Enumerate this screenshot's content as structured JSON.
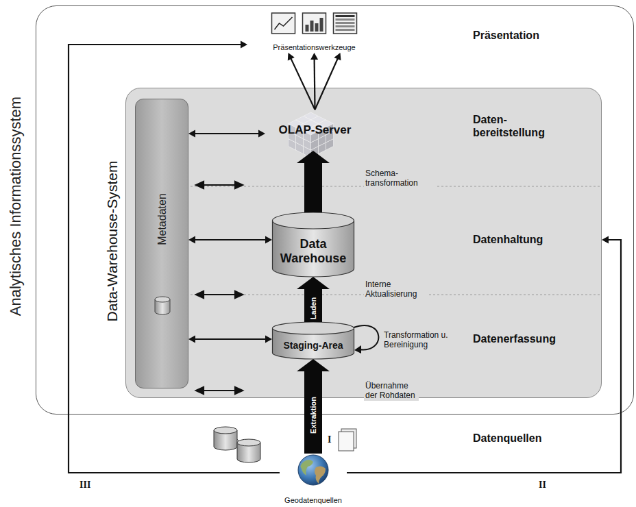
{
  "diagram": {
    "nodes": [
      {
        "text": [
          "Analytisches Informationssystem"
        ]
      },
      {
        "text": [
          "Data-Warehouse-System"
        ],
        "in": 0
      },
      {
        "text": [
          "Metadaten"
        ],
        "in": 1
      },
      {
        "text": [
          "OLAP-Server"
        ],
        "in": 1
      },
      {
        "text": [
          "Data Warehouse"
        ],
        "in": 1
      },
      {
        "text": [
          "Staging-Area"
        ],
        "in": 1
      },
      {
        "text": [
          "Präsentationswerkzeuge"
        ],
        "in": 0
      },
      {
        "text": [
          "Geodatenquellen"
        ]
      }
    ],
    "edges": [
      {
        "from": 7,
        "to": 5,
        "label": "Extraktion",
        "arrow": "to"
      },
      {
        "from": 5,
        "to": 4,
        "label": "Laden",
        "arrow": "to"
      },
      {
        "from": 4,
        "to": 3,
        "arrow": "to"
      },
      {
        "from": 3,
        "to": 6,
        "arrow": "to"
      },
      {
        "from": 3,
        "to": 6,
        "arrow": "to"
      },
      {
        "from": 3,
        "to": 6,
        "arrow": "to"
      },
      {
        "from": 2,
        "to": 3,
        "arrow": "both"
      },
      {
        "from": 2,
        "to": 4,
        "arrow": "both"
      },
      {
        "from": 2,
        "to": 5,
        "arrow": "both"
      },
      {
        "from": 7,
        "to": 6,
        "label": "III",
        "arrow": "to"
      },
      {
        "from": 7,
        "to": 1,
        "label": "II",
        "arrow": "to"
      }
    ],
    "labels": [
      "Präsentation",
      "Daten- bereitstellung",
      "Datenhaltung",
      "Datenerfassung",
      "Datenquellen",
      "Schema- transformation",
      "Interne Aktualisierung",
      "Transformation u. Bereinigung",
      "Übernahme der Rohdaten",
      "I"
    ]
  }
}
